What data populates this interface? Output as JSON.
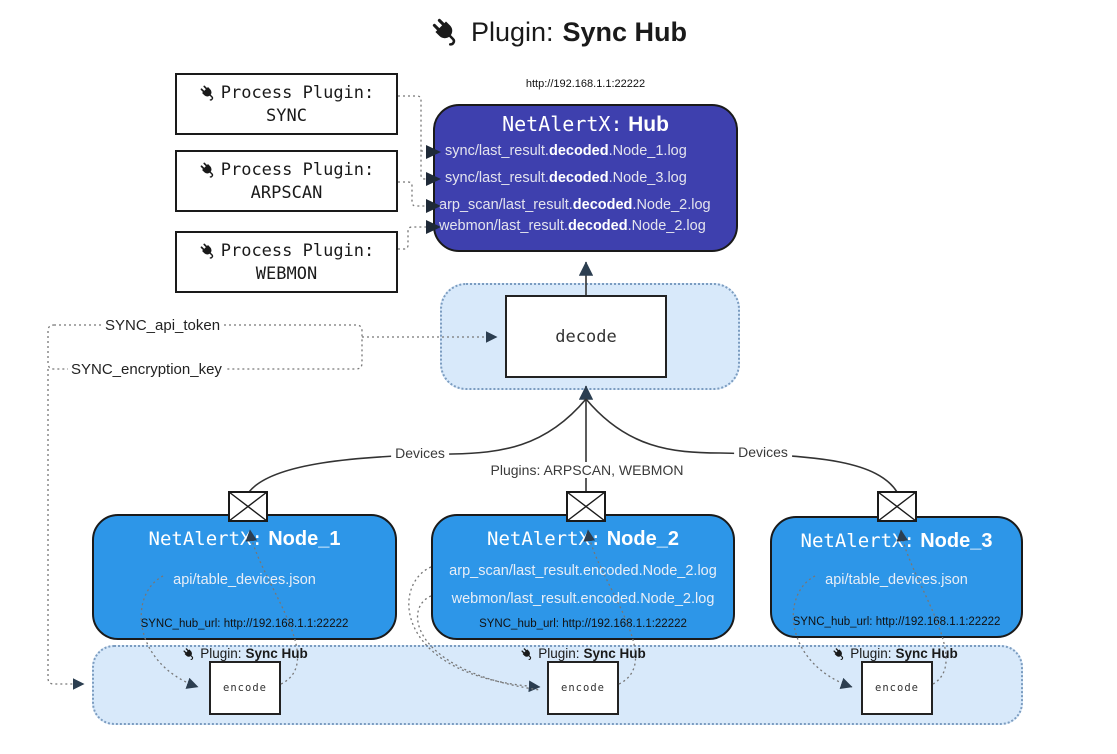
{
  "title": {
    "prefix": "Plugin:",
    "name": "Sync Hub"
  },
  "process_plugins": [
    {
      "label": "Process Plugin:",
      "name": "SYNC"
    },
    {
      "label": "Process Plugin:",
      "name": "ARPSCAN"
    },
    {
      "label": "Process Plugin:",
      "name": "WEBMON"
    }
  ],
  "hub": {
    "url": "http://192.168.1.1:22222",
    "title_prefix": "NetAlertX:",
    "title_name": "Hub",
    "logs": [
      {
        "pre": "sync/last_result.",
        "bold": "decoded",
        "post": ".Node_1.log"
      },
      {
        "pre": "sync/last_result.",
        "bold": "decoded",
        "post": ".Node_3.log"
      },
      {
        "pre": "arp_scan/last_result.",
        "bold": "decoded",
        "post": ".Node_2.log"
      },
      {
        "pre": "webmon/last_result.",
        "bold": "decoded",
        "post": ".Node_2.log"
      }
    ]
  },
  "decode_box": {
    "label": "decode"
  },
  "settings": {
    "api_token": "SYNC_api_token",
    "encryption_key": "SYNC_encryption_key"
  },
  "edge_labels": {
    "devices_left": "Devices",
    "plugins_center": "Plugins: ARPSCAN, WEBMON",
    "devices_right": "Devices"
  },
  "nodes": [
    {
      "title_prefix": "NetAlertX:",
      "title_name": "Node_1",
      "lines": [
        "api/table_devices.json"
      ],
      "hub_url": "SYNC_hub_url: http://192.168.1.1:22222"
    },
    {
      "title_prefix": "NetAlertX:",
      "title_name": "Node_2",
      "lines": [
        "arp_scan/last_result.encoded.Node_2.log",
        "webmon/last_result.encoded.Node_2.log"
      ],
      "hub_url": "SYNC_hub_url: http://192.168.1.1:22222"
    },
    {
      "title_prefix": "NetAlertX:",
      "title_name": "Node_3",
      "lines": [
        "api/table_devices.json"
      ],
      "hub_url": "SYNC_hub_url: http://192.168.1.1:22222"
    }
  ],
  "encoders": [
    {
      "plugin_prefix": "Plugin:",
      "plugin_name": "Sync Hub",
      "label": "encode"
    },
    {
      "plugin_prefix": "Plugin:",
      "plugin_name": "Sync Hub",
      "label": "encode"
    },
    {
      "plugin_prefix": "Plugin:",
      "plugin_name": "Sync Hub",
      "label": "encode"
    }
  ],
  "colors": {
    "hub_fill": "#3e40ae",
    "node_fill": "#2d96e8",
    "panel_fill": "#d8e9fa",
    "panel_border": "#7b9cc0",
    "arrow_dark": "#2c3e50",
    "line_dark": "#333333",
    "dotted_gray": "#777777"
  }
}
